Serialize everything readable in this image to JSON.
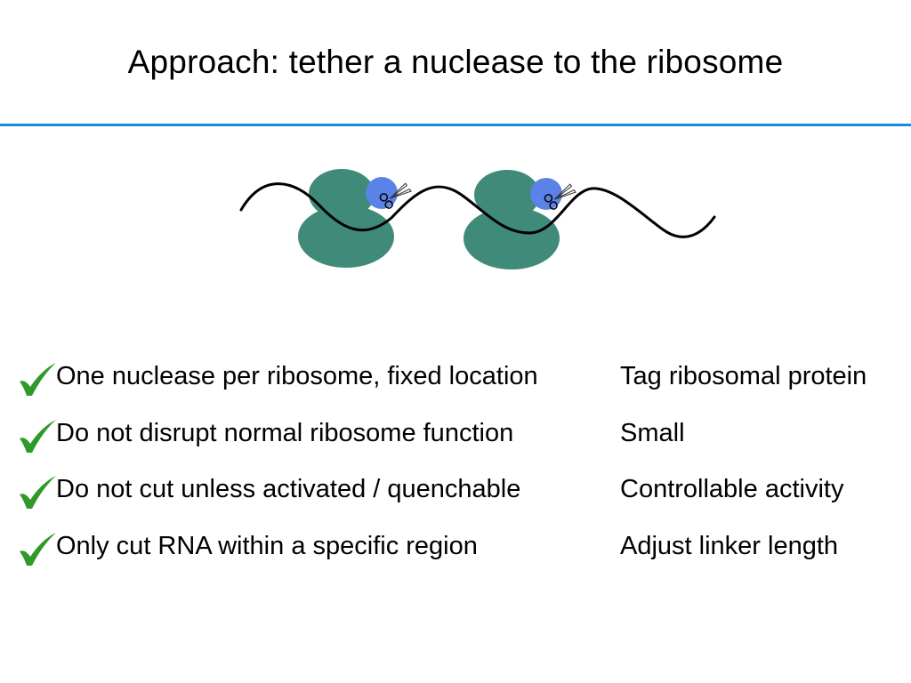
{
  "slide": {
    "title": "Approach: tether a nuclease to the ribosome"
  },
  "colors": {
    "title_rule": "#1a8bd6",
    "ribosome": "#3f8a78",
    "nuclease": "#5b82e6",
    "mrna": "#000000",
    "checkmark": "#2f9a2a"
  },
  "diagram": {
    "icons": [
      "ribosome-icon",
      "nuclease-icon",
      "scissors-icon",
      "mrna-strand-icon"
    ]
  },
  "requirements": [
    {
      "requirement": "One nuclease per ribosome, fixed location",
      "solution": "Tag ribosomal protein",
      "icon": "checkmark-icon"
    },
    {
      "requirement": "Do not disrupt normal ribosome function",
      "solution": "Small",
      "icon": "checkmark-icon"
    },
    {
      "requirement": "Do not cut unless activated / quenchable",
      "solution": "Controllable activity",
      "icon": "checkmark-icon"
    },
    {
      "requirement": "Only cut RNA within a specific region",
      "solution": "Adjust linker length",
      "icon": "checkmark-icon"
    }
  ]
}
